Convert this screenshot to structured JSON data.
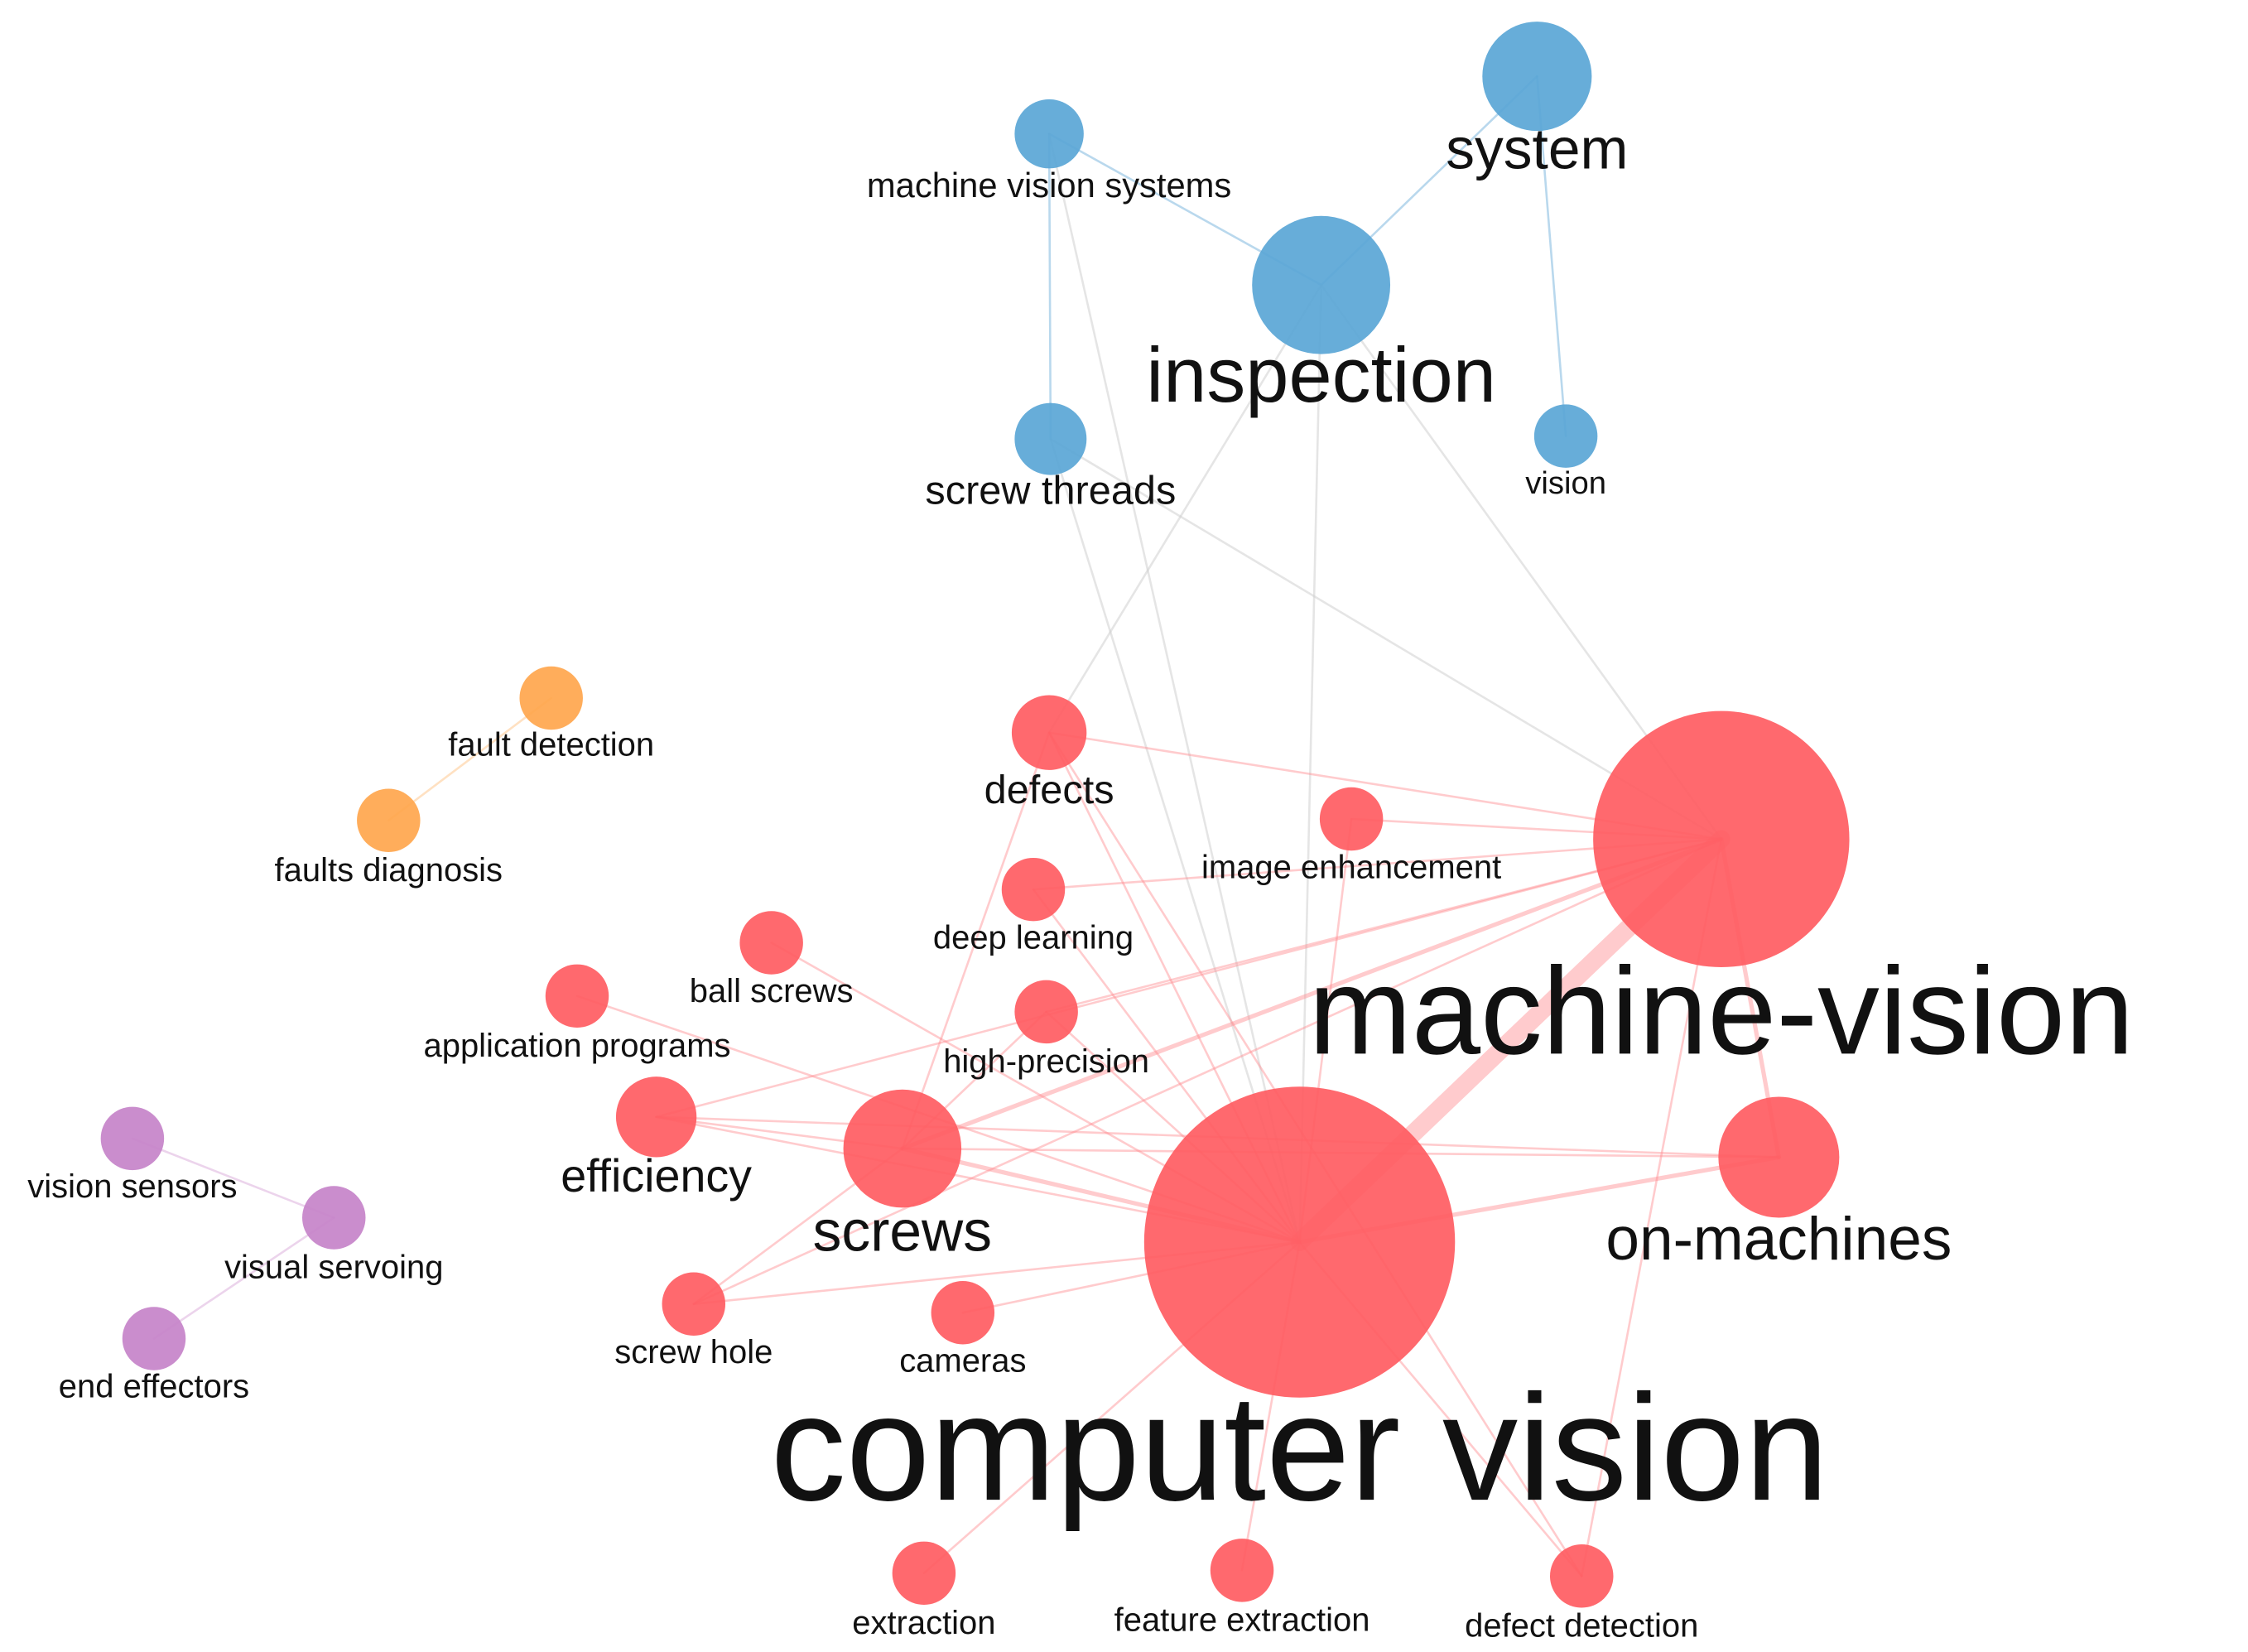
{
  "clusters": {
    "inspection": {
      "color": "#5aa6d6",
      "edge_color": "#7fb8de"
    },
    "vision": {
      "color": "#ff5c62",
      "edge_color": "#ff8c90"
    },
    "faults": {
      "color": "#ffa64d",
      "edge_color": "#ffc98f"
    },
    "servoing": {
      "color": "#c683c9",
      "edge_color": "#dcb0dd"
    },
    "cross_edge_color": "#cfcfcf"
  },
  "nodes": [
    {
      "id": "inspection",
      "label": "inspection",
      "cluster": "inspection",
      "weight": 84
    },
    {
      "id": "system",
      "label": "system",
      "cluster": "inspection",
      "weight": 58
    },
    {
      "id": "machine-vision-systems",
      "label": "machine vision systems",
      "cluster": "inspection",
      "weight": 38
    },
    {
      "id": "screw-threads",
      "label": "screw threads",
      "cluster": "inspection",
      "weight": 38
    },
    {
      "id": "vision",
      "label": "vision",
      "cluster": "inspection",
      "weight": 32
    },
    {
      "id": "machine-vision",
      "label": "machine-vision",
      "cluster": "vision",
      "weight": 100
    },
    {
      "id": "computer-vision",
      "label": "computer vision",
      "cluster": "vision",
      "weight": 100
    },
    {
      "id": "on-machines",
      "label": "on-machines",
      "cluster": "vision",
      "weight": 60
    },
    {
      "id": "screws",
      "label": "screws",
      "cluster": "vision",
      "weight": 58
    },
    {
      "id": "defects",
      "label": "defects",
      "cluster": "vision",
      "weight": 40
    },
    {
      "id": "efficiency",
      "label": "efficiency",
      "cluster": "vision",
      "weight": 40
    },
    {
      "id": "image-enhancement",
      "label": "image enhancement",
      "cluster": "vision",
      "weight": 32
    },
    {
      "id": "deep-learning",
      "label": "deep learning",
      "cluster": "vision",
      "weight": 32
    },
    {
      "id": "ball-screws",
      "label": "ball screws",
      "cluster": "vision",
      "weight": 32
    },
    {
      "id": "application-programs",
      "label": "application programs",
      "cluster": "vision",
      "weight": 32
    },
    {
      "id": "high-precision",
      "label": "high-precision",
      "cluster": "vision",
      "weight": 32
    },
    {
      "id": "screw-hole",
      "label": "screw hole",
      "cluster": "vision",
      "weight": 32
    },
    {
      "id": "cameras",
      "label": "cameras",
      "cluster": "vision",
      "weight": 32
    },
    {
      "id": "extraction",
      "label": "extraction",
      "cluster": "vision",
      "weight": 32
    },
    {
      "id": "feature-extraction",
      "label": "feature extraction",
      "cluster": "vision",
      "weight": 32
    },
    {
      "id": "defect-detection",
      "label": "defect detection",
      "cluster": "vision",
      "weight": 32
    },
    {
      "id": "fault-detection",
      "label": "fault detection",
      "cluster": "faults",
      "weight": 32
    },
    {
      "id": "faults-diagnosis",
      "label": "faults diagnosis",
      "cluster": "faults",
      "weight": 32
    },
    {
      "id": "vision-sensors",
      "label": "vision sensors",
      "cluster": "servoing",
      "weight": 32
    },
    {
      "id": "visual-servoing",
      "label": "visual servoing",
      "cluster": "servoing",
      "weight": 32
    },
    {
      "id": "end-effectors",
      "label": "end effectors",
      "cluster": "servoing",
      "weight": 32
    }
  ],
  "links": [
    {
      "source": "machine-vision-systems",
      "target": "inspection",
      "strength": 1
    },
    {
      "source": "machine-vision-systems",
      "target": "screw-threads",
      "strength": 1
    },
    {
      "source": "inspection",
      "target": "system",
      "strength": 1
    },
    {
      "source": "system",
      "target": "vision",
      "strength": 1
    },
    {
      "source": "machine-vision-systems",
      "target": "computer-vision",
      "strength": 1
    },
    {
      "source": "screw-threads",
      "target": "computer-vision",
      "strength": 1
    },
    {
      "source": "inspection",
      "target": "computer-vision",
      "strength": 1
    },
    {
      "source": "inspection",
      "target": "defects",
      "strength": 1
    },
    {
      "source": "inspection",
      "target": "machine-vision",
      "strength": 1
    },
    {
      "source": "screw-threads",
      "target": "machine-vision",
      "strength": 1
    },
    {
      "source": "computer-vision",
      "target": "machine-vision",
      "strength": 6
    },
    {
      "source": "computer-vision",
      "target": "on-machines",
      "strength": 2
    },
    {
      "source": "computer-vision",
      "target": "screws",
      "strength": 2
    },
    {
      "source": "computer-vision",
      "target": "efficiency",
      "strength": 1
    },
    {
      "source": "computer-vision",
      "target": "defects",
      "strength": 1
    },
    {
      "source": "computer-vision",
      "target": "image-enhancement",
      "strength": 1
    },
    {
      "source": "computer-vision",
      "target": "deep-learning",
      "strength": 1
    },
    {
      "source": "computer-vision",
      "target": "ball-screws",
      "strength": 1
    },
    {
      "source": "computer-vision",
      "target": "application-programs",
      "strength": 1
    },
    {
      "source": "computer-vision",
      "target": "high-precision",
      "strength": 1
    },
    {
      "source": "computer-vision",
      "target": "screw-hole",
      "strength": 1
    },
    {
      "source": "computer-vision",
      "target": "cameras",
      "strength": 1
    },
    {
      "source": "computer-vision",
      "target": "extraction",
      "strength": 1
    },
    {
      "source": "computer-vision",
      "target": "feature-extraction",
      "strength": 1
    },
    {
      "source": "computer-vision",
      "target": "defect-detection",
      "strength": 1
    },
    {
      "source": "machine-vision",
      "target": "on-machines",
      "strength": 2
    },
    {
      "source": "machine-vision",
      "target": "screws",
      "strength": 2
    },
    {
      "source": "machine-vision",
      "target": "efficiency",
      "strength": 1
    },
    {
      "source": "machine-vision",
      "target": "defects",
      "strength": 1
    },
    {
      "source": "machine-vision",
      "target": "image-enhancement",
      "strength": 1
    },
    {
      "source": "machine-vision",
      "target": "deep-learning",
      "strength": 1
    },
    {
      "source": "machine-vision",
      "target": "high-precision",
      "strength": 1
    },
    {
      "source": "machine-vision",
      "target": "screw-hole",
      "strength": 1
    },
    {
      "source": "machine-vision",
      "target": "defect-detection",
      "strength": 1
    },
    {
      "source": "screws",
      "target": "on-machines",
      "strength": 1
    },
    {
      "source": "efficiency",
      "target": "on-machines",
      "strength": 1
    },
    {
      "source": "defects",
      "target": "defect-detection",
      "strength": 1
    },
    {
      "source": "defects",
      "target": "screws",
      "strength": 1
    },
    {
      "source": "efficiency",
      "target": "screws",
      "strength": 1
    },
    {
      "source": "screws",
      "target": "screw-hole",
      "strength": 1
    },
    {
      "source": "high-precision",
      "target": "screws",
      "strength": 1
    },
    {
      "source": "fault-detection",
      "target": "faults-diagnosis",
      "strength": 1
    },
    {
      "source": "vision-sensors",
      "target": "visual-servoing",
      "strength": 1
    },
    {
      "source": "visual-servoing",
      "target": "end-effectors",
      "strength": 1
    }
  ]
}
